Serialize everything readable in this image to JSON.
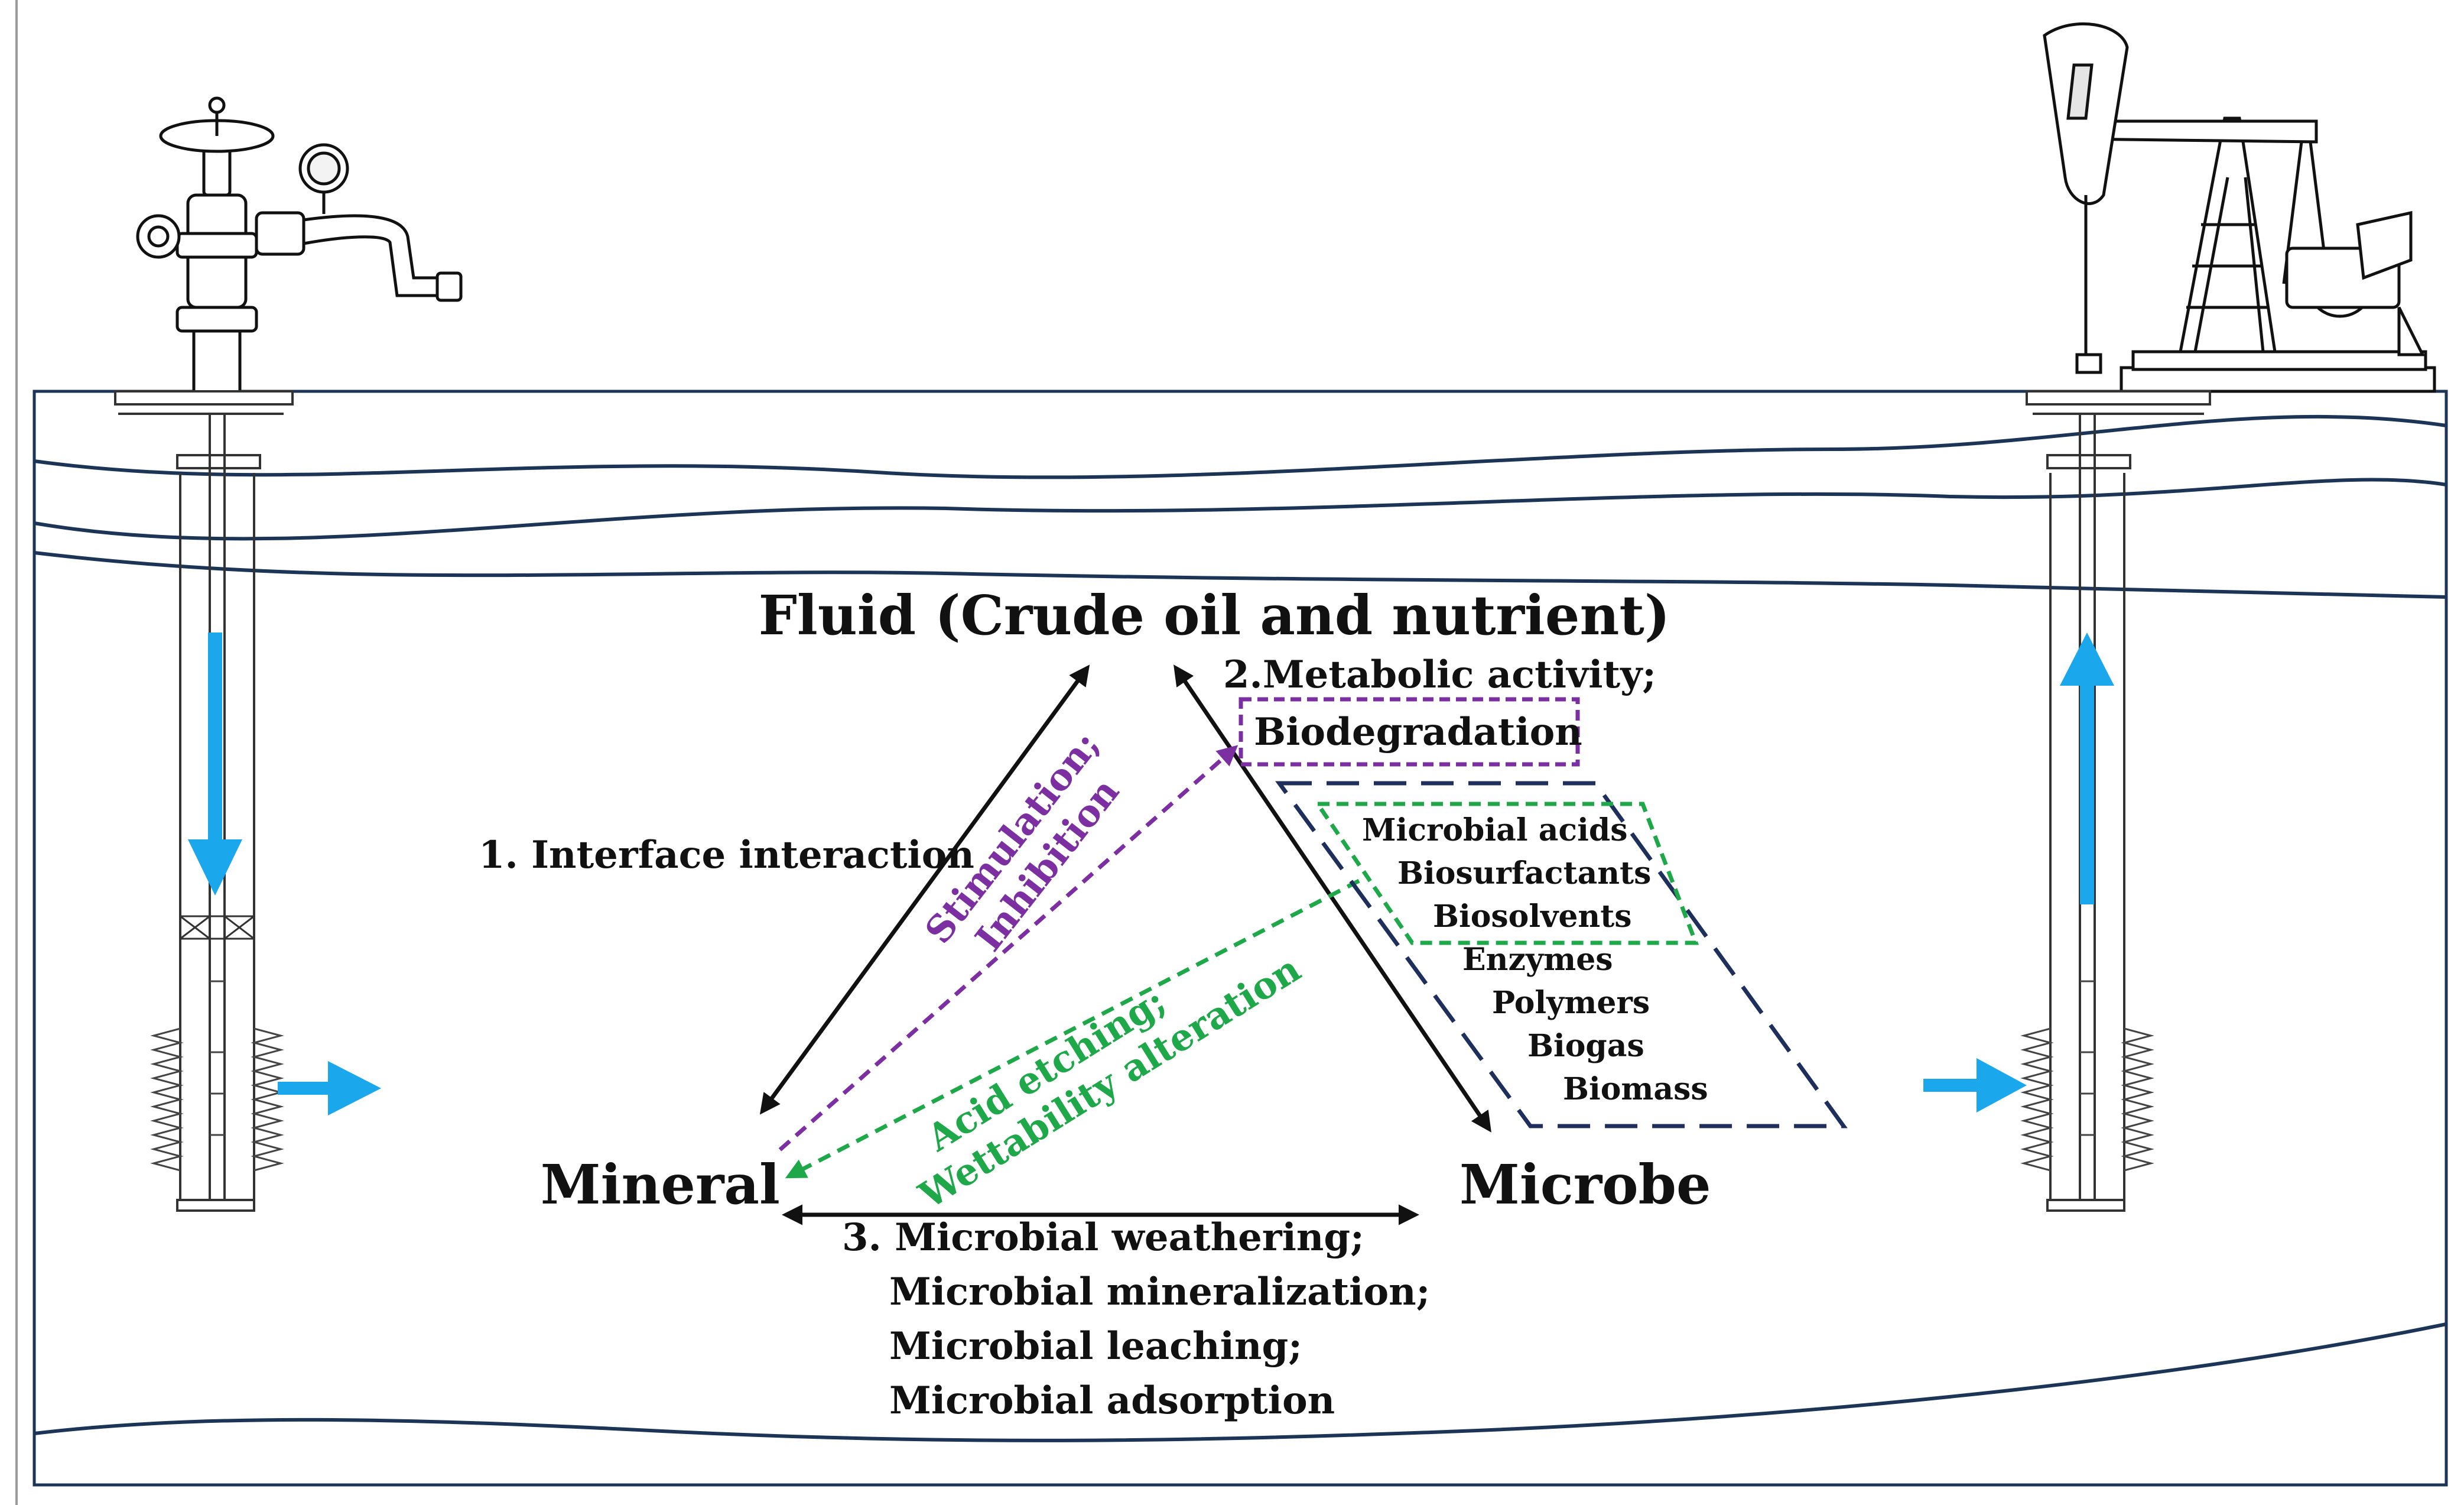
{
  "nodes": {
    "fluid": "Fluid (Crude oil and nutrient)",
    "mineral": "Mineral",
    "microbe": "Microbe"
  },
  "relations": {
    "interface": "1. Interface interaction",
    "metabolic": "2.Metabolic activity;",
    "biodegradation": "Biodegradation",
    "stimulation": "Stimulation;",
    "inhibition": "Inhibition",
    "acid_etching": "Acid etching;",
    "wettability": "Wettability alteration",
    "weathering": "3. Microbial weathering;",
    "mineralization": "Microbial mineralization;",
    "leaching": "Microbial leaching;",
    "adsorption": "Microbial adsorption"
  },
  "products": [
    "Microbial acids",
    "Biosurfactants",
    "Biosolvents",
    "Enzymes",
    "Polymers",
    "Biogas",
    "Biomass"
  ],
  "colors": {
    "black": "#111111",
    "purple": "#7b2fa0",
    "green": "#1fa84a",
    "navy": "#1e2f5c",
    "blue": "#1aa7ec",
    "frame": "#1c3557"
  }
}
